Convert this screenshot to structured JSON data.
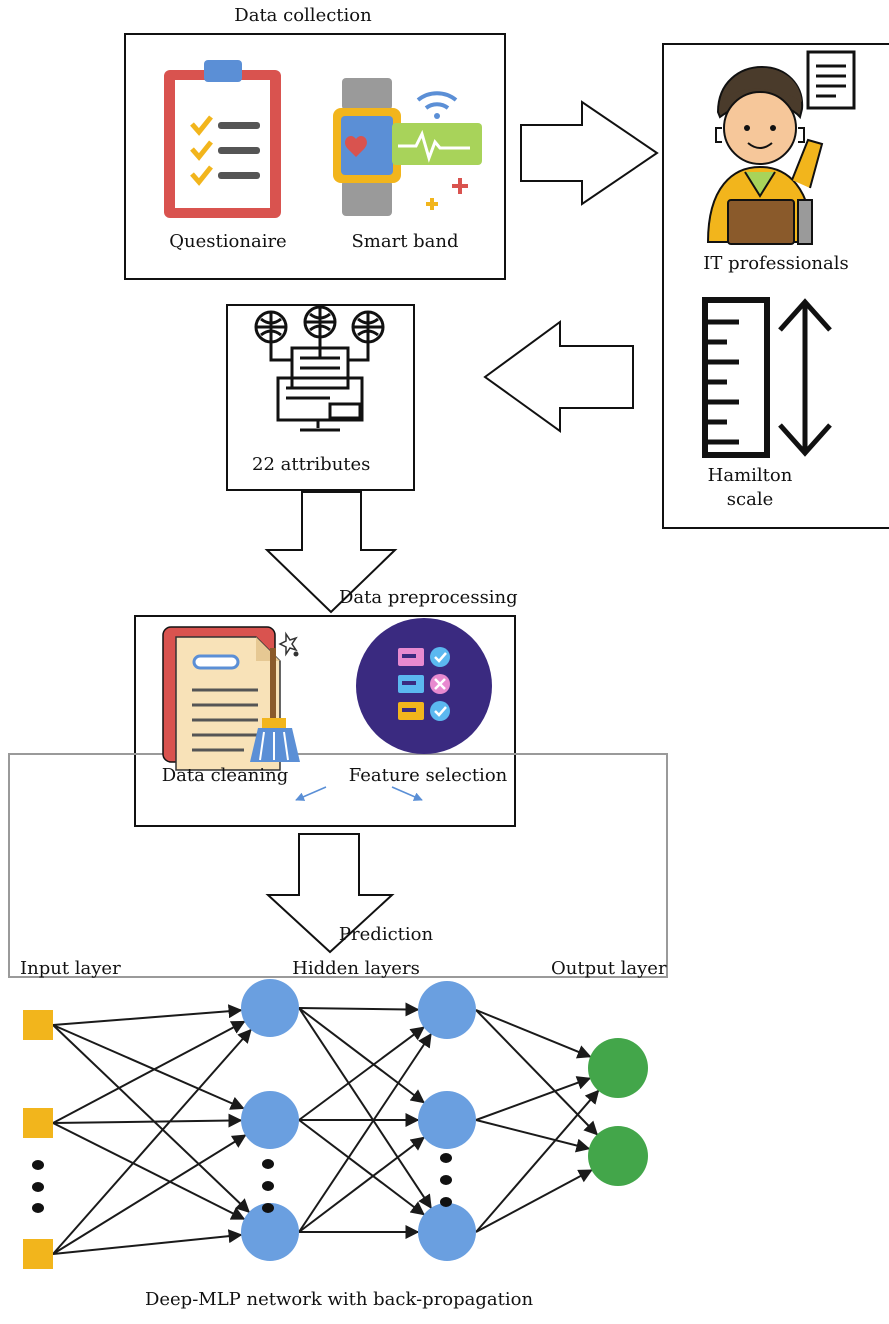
{
  "data_collection": {
    "title": "Data collection",
    "questionnaire_label": "Questionaire",
    "smart_band_label": "Smart band"
  },
  "it_panel": {
    "professionals_label": "IT professionals",
    "hamilton_line1": "Hamilton",
    "hamilton_line2": "scale"
  },
  "attributes": {
    "label": "22 attributes"
  },
  "preprocessing": {
    "title": "Data preprocessing",
    "cleaning_label": "Data cleaning",
    "feature_selection_label": "Feature selection"
  },
  "prediction": {
    "title": "Prediction",
    "input_layer_label": "Input layer",
    "hidden_layers_label": "Hidden layers",
    "output_layer_label": "Output layer",
    "caption": "Deep-MLP network with back-propagation"
  },
  "colors": {
    "input_node": "#f2b51c",
    "hidden_node": "#6a9fe0",
    "output_node": "#43a64a",
    "feature_circle": "#3a2a80",
    "clipboard_frame": "#d9534f",
    "check": "#f2b51c"
  }
}
